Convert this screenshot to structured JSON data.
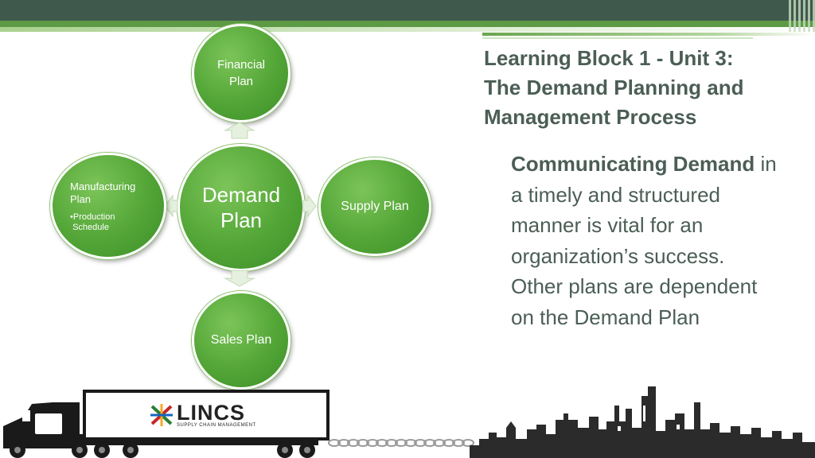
{
  "header": {
    "title_line1": "Learning Block 1 - Unit 3:",
    "title_line2": "The Demand Planning and",
    "title_line3": "Management Process"
  },
  "body": {
    "bold_phrase": "Communicating Demand",
    "rest_text": "in a timely and structured manner is vital for an organization’s success. Other plans are dependent on the Demand Plan"
  },
  "diagram": {
    "center": {
      "line1": "Demand",
      "line2": "Plan"
    },
    "top": {
      "line1": "Financial",
      "line2": "Plan"
    },
    "right": {
      "label": "Supply Plan"
    },
    "bottom": {
      "label": "Sales Plan"
    },
    "left": {
      "line1": "Manufacturing",
      "line2": "Plan",
      "bullet1": "•Production",
      "bullet2": "Schedule"
    }
  },
  "logo": {
    "name": "LINCS",
    "tagline": "SUPPLY CHAIN MANAGEMENT"
  },
  "colors": {
    "circle_green": "#52a536",
    "header_dark": "#3f5a4c",
    "text_gray_green": "#4b5e55"
  },
  "icons": [
    "truck-icon",
    "chain-icon",
    "city-skyline-icon",
    "lincs-logo-icon",
    "arrow-up-icon",
    "arrow-down-icon",
    "arrow-left-icon",
    "arrow-right-icon"
  ]
}
